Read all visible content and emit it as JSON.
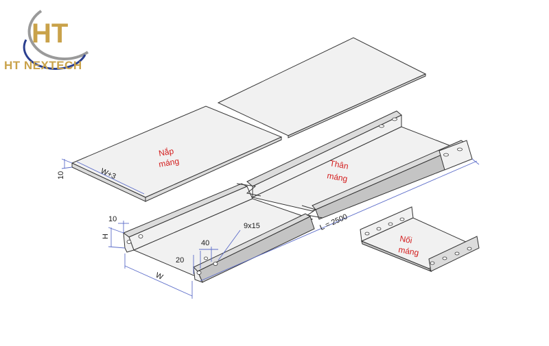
{
  "brand": {
    "logo_letters": "HT",
    "name": "HT NEXTECH",
    "colors": {
      "gold": "#c9a24a",
      "blue": "#2b3f8f",
      "gray": "#8a8a8a"
    }
  },
  "parts": {
    "cover": {
      "line1": "Nắp",
      "line2": "máng"
    },
    "body": {
      "line1": "Thân",
      "line2": "máng"
    },
    "joint": {
      "line1": "Nối",
      "line2": "máng"
    }
  },
  "dimensions": {
    "cover_height": "10",
    "cover_width": "W+3",
    "flange": "10",
    "height": "H",
    "hole_offset": "20",
    "hole_pitch": "40",
    "hole_size": "9x15",
    "length": "L = 2500",
    "width": "W"
  },
  "colors": {
    "label_red": "#d42020",
    "dim_blue": "#5b6cc9"
  }
}
